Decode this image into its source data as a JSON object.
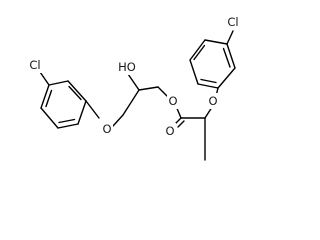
{
  "molecule": {
    "atoms": {
      "cl_left": "Cl",
      "cl_right": "Cl",
      "o_ether_left": "O",
      "o_ester": "O",
      "o_carbonyl": "O",
      "o_ether_right": "O",
      "hydroxyl": "HO"
    }
  }
}
